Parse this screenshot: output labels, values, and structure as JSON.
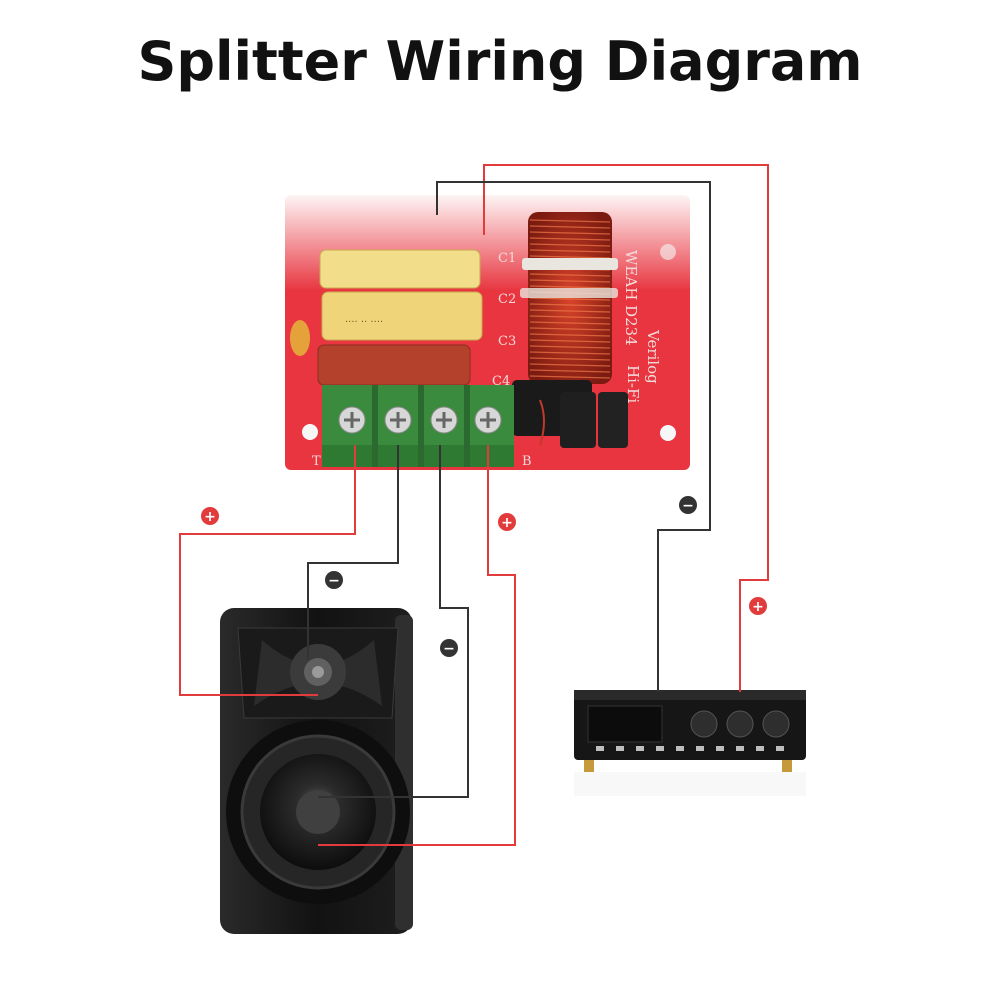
{
  "title": "Splitter Wiring Diagram",
  "colors": {
    "positive_wire": "#e23b3b",
    "negative_wire": "#333333",
    "board": "#e8353f"
  },
  "board": {
    "brand_line1": "WEAH  D234",
    "brand_line2": "Verilog",
    "brand_line3": "Hi-Fi",
    "cap_labels": [
      "C1",
      "C2",
      "C3",
      "C4"
    ],
    "terminal_left_label": "T",
    "terminal_right_label": "B"
  },
  "polarity_labels": {
    "plus": "+",
    "minus": "−"
  }
}
